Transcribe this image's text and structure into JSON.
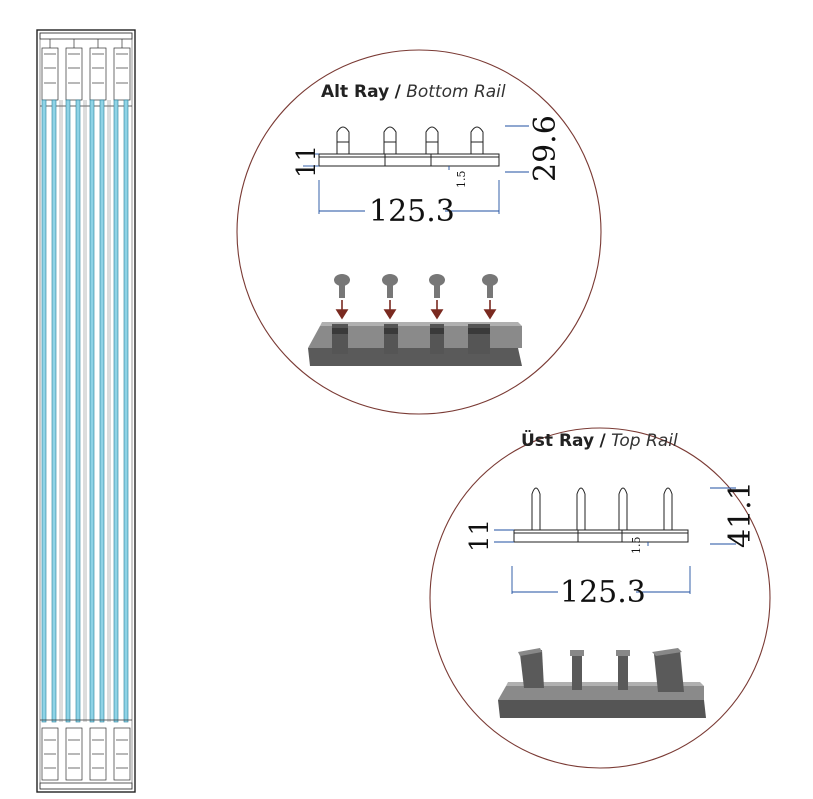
{
  "bottom_rail": {
    "title_tr": "Alt Ray",
    "title_sep": "/",
    "title_en": "Bottom Rail",
    "width": "125.3",
    "height": "29.6",
    "base_height": "11",
    "wall": "1.5"
  },
  "top_rail": {
    "title_tr": "Üst Ray",
    "title_sep": "/",
    "title_en": "Top Rail",
    "width": "125.3",
    "height": "41.1",
    "base_height": "11",
    "wall": "1.5"
  },
  "colors": {
    "circle_border": "#7a3a34",
    "glass": "#8fd3e6",
    "dimension_line": "#1f4fa0",
    "profile_dark": "#4a4a4a",
    "arrow": "#7a2a20"
  }
}
